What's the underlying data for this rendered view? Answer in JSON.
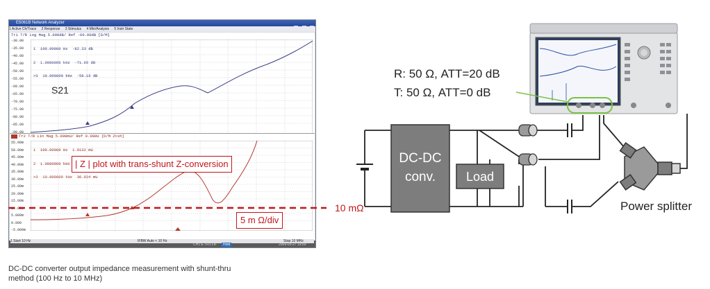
{
  "window": {
    "title": "E5061B Network Analyzer",
    "menu": [
      "1 Active Ch/Trace",
      "2 Response",
      "3 Stimulus",
      "4 Mkr/Analysis",
      "5 Instr State"
    ]
  },
  "trace1": {
    "header": "Tr1 T/R Log Mag 5.000dB/ Ref -60.00dB [D/M]",
    "markers": [
      "1  100.00000 Hz  -82.33 dB",
      "2  1.0000000 kHz  -71.60 dB",
      ">3  10.000000 kHz  -58.16 dB"
    ],
    "label": "S21",
    "yticks": [
      "-30.00",
      "-35.00",
      "-40.00",
      "-45.00",
      "-50.00",
      "-55.00",
      "-60.00",
      "-65.00",
      "-70.00",
      "-75.00",
      "-80.00",
      "-85.00",
      "-90.00"
    ]
  },
  "trace2": {
    "header": "Tr2 T/R Lin Mag 5.000mU/ Ref 0.000U [D/M Ztsh]",
    "markers": [
      "1  100.00000 Hz  1.0132 mU",
      "2  1.0000000 kHz  6.5231 mU",
      ">3  10.000000 kHz  30.934 mU"
    ],
    "yticks": [
      "55.00m",
      "50.00m",
      "45.00m",
      "40.00m",
      "35.00m",
      "30.00m",
      "25.00m",
      "20.00m",
      "15.00m",
      "10.00m",
      "5.000m",
      "0.000",
      "-5.000m"
    ]
  },
  "statusbar": {
    "start": "1  Start 10 Hz",
    "ifbw": "IFBW Auto < 10 Hz",
    "stop": "Stop 10 MHz",
    "hold": "Hold",
    "datetime": "2009-05-27 19:59",
    "flags": "CH1 E TR1 LIF"
  },
  "annotations": {
    "z_plot": "| Z | plot with trans-shunt Z-conversion",
    "scale": "5 m Ω/div",
    "ten_mohm": "10 mΩ"
  },
  "diagram": {
    "rt_line1": "R: 50 Ω, ATT=20 dB",
    "rt_line2": "T: 50 Ω, ATT=0 dB",
    "dcdc_line1": "DC-DC",
    "dcdc_line2": "conv.",
    "load": "Load",
    "splitter": "Power splitter"
  },
  "caption": {
    "line1": "DC-DC converter output impedance measurement with shunt-thru",
    "line2": "method (100 Hz to 10 MHz)"
  },
  "colors": {
    "trace1": "#3d3f86",
    "trace2": "#b0392c",
    "annotation_red": "#c0151a",
    "highlight_green": "#7ac142",
    "box_gray": "#7d7d7d"
  }
}
